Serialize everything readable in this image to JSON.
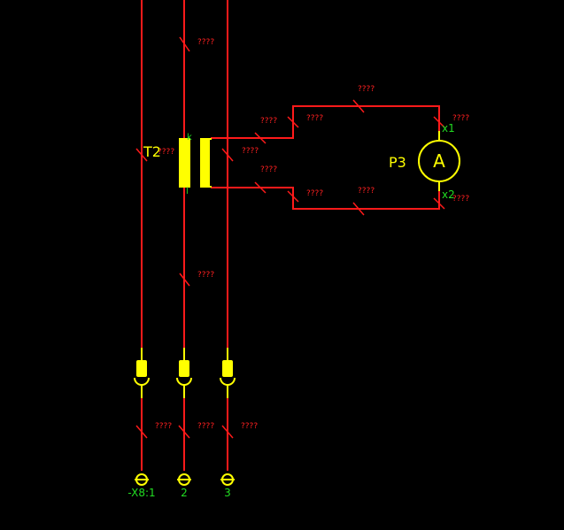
{
  "colors": {
    "background": "#000000",
    "wire": "#ff1a1a",
    "component": "#ffff00",
    "terminal_label": "#22dd22",
    "wire_label": "#ff2020"
  },
  "transformer": {
    "designation": "T2",
    "terminal_top": "k",
    "terminal_bottom": "l"
  },
  "ammeter": {
    "designation": "P3",
    "symbol": "A",
    "terminal_top": "x1",
    "terminal_bottom": "x2"
  },
  "terminal_strip": {
    "labels": [
      "-X8:1",
      "2",
      "3"
    ]
  },
  "wire_label": "????"
}
